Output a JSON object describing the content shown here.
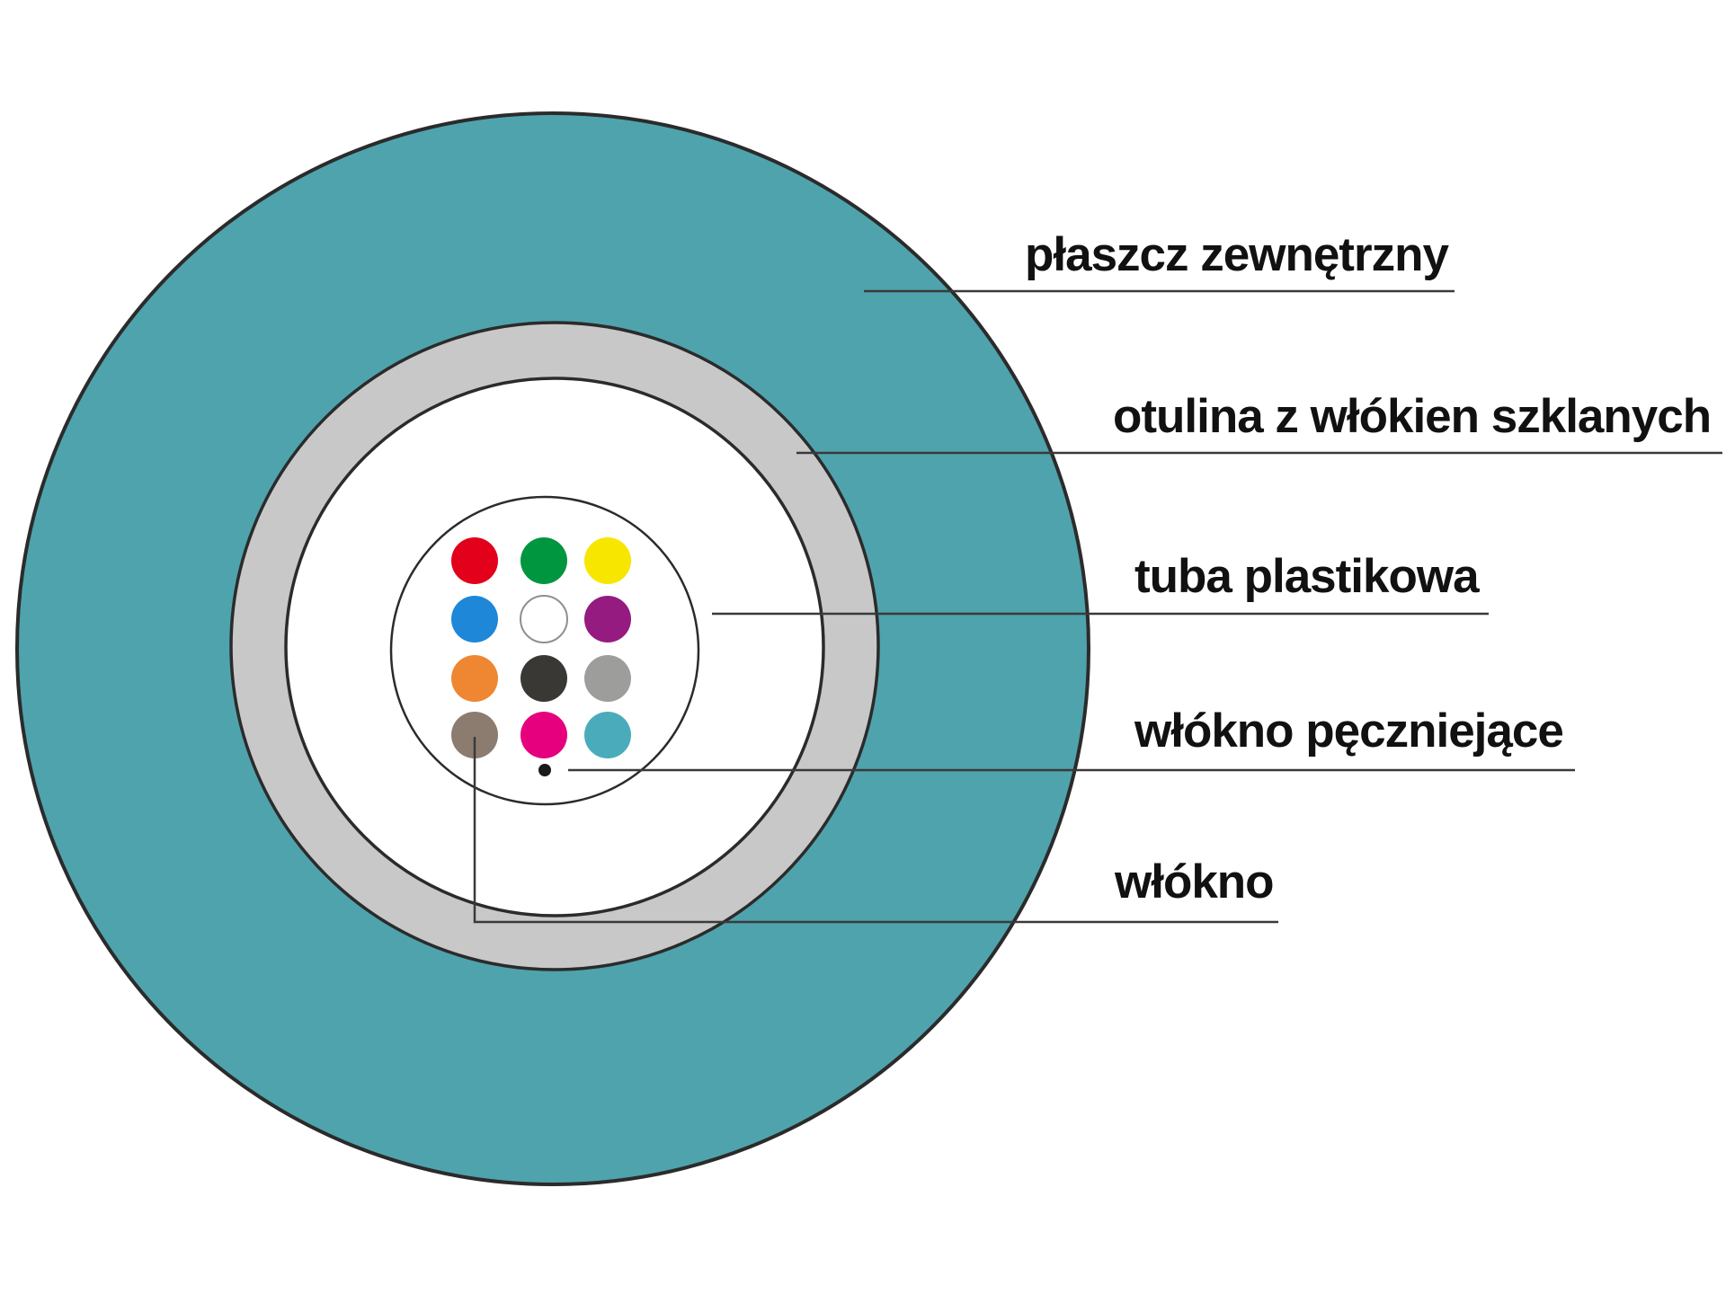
{
  "diagram": {
    "subject": "fiber-optic-cable-cross-section"
  },
  "colors": {
    "background": "#ffffff",
    "jacket": "#4fa3ad",
    "glass_wrap": "#c8c8c8",
    "inner_white": "#ffffff",
    "tube_fill": "#ffffff",
    "outline": "#2b2b2b",
    "leader_line": "#3a3a3a",
    "text": "#111111",
    "swelling_dot": "#1a1a1a"
  },
  "labels": {
    "jacket": "płaszcz zewnętrzny",
    "glass_wrap": "otulina z włókien szklanych",
    "tube": "tuba plastikowa",
    "swelling_fiber": "włókno pęczniejące",
    "fiber": "włókno"
  },
  "fibers": [
    {
      "name": "red",
      "color": "#e2001a"
    },
    {
      "name": "green",
      "color": "#009640"
    },
    {
      "name": "yellow",
      "color": "#f7e600"
    },
    {
      "name": "blue",
      "color": "#1e87d8"
    },
    {
      "name": "white",
      "color": "#ffffff"
    },
    {
      "name": "violet",
      "color": "#951b81"
    },
    {
      "name": "orange",
      "color": "#ef8632"
    },
    {
      "name": "black",
      "color": "#3a3834"
    },
    {
      "name": "slate",
      "color": "#9d9d9c"
    },
    {
      "name": "brown",
      "color": "#8c7b6f"
    },
    {
      "name": "rose",
      "color": "#e6007e"
    },
    {
      "name": "aqua",
      "color": "#4aacba"
    }
  ]
}
